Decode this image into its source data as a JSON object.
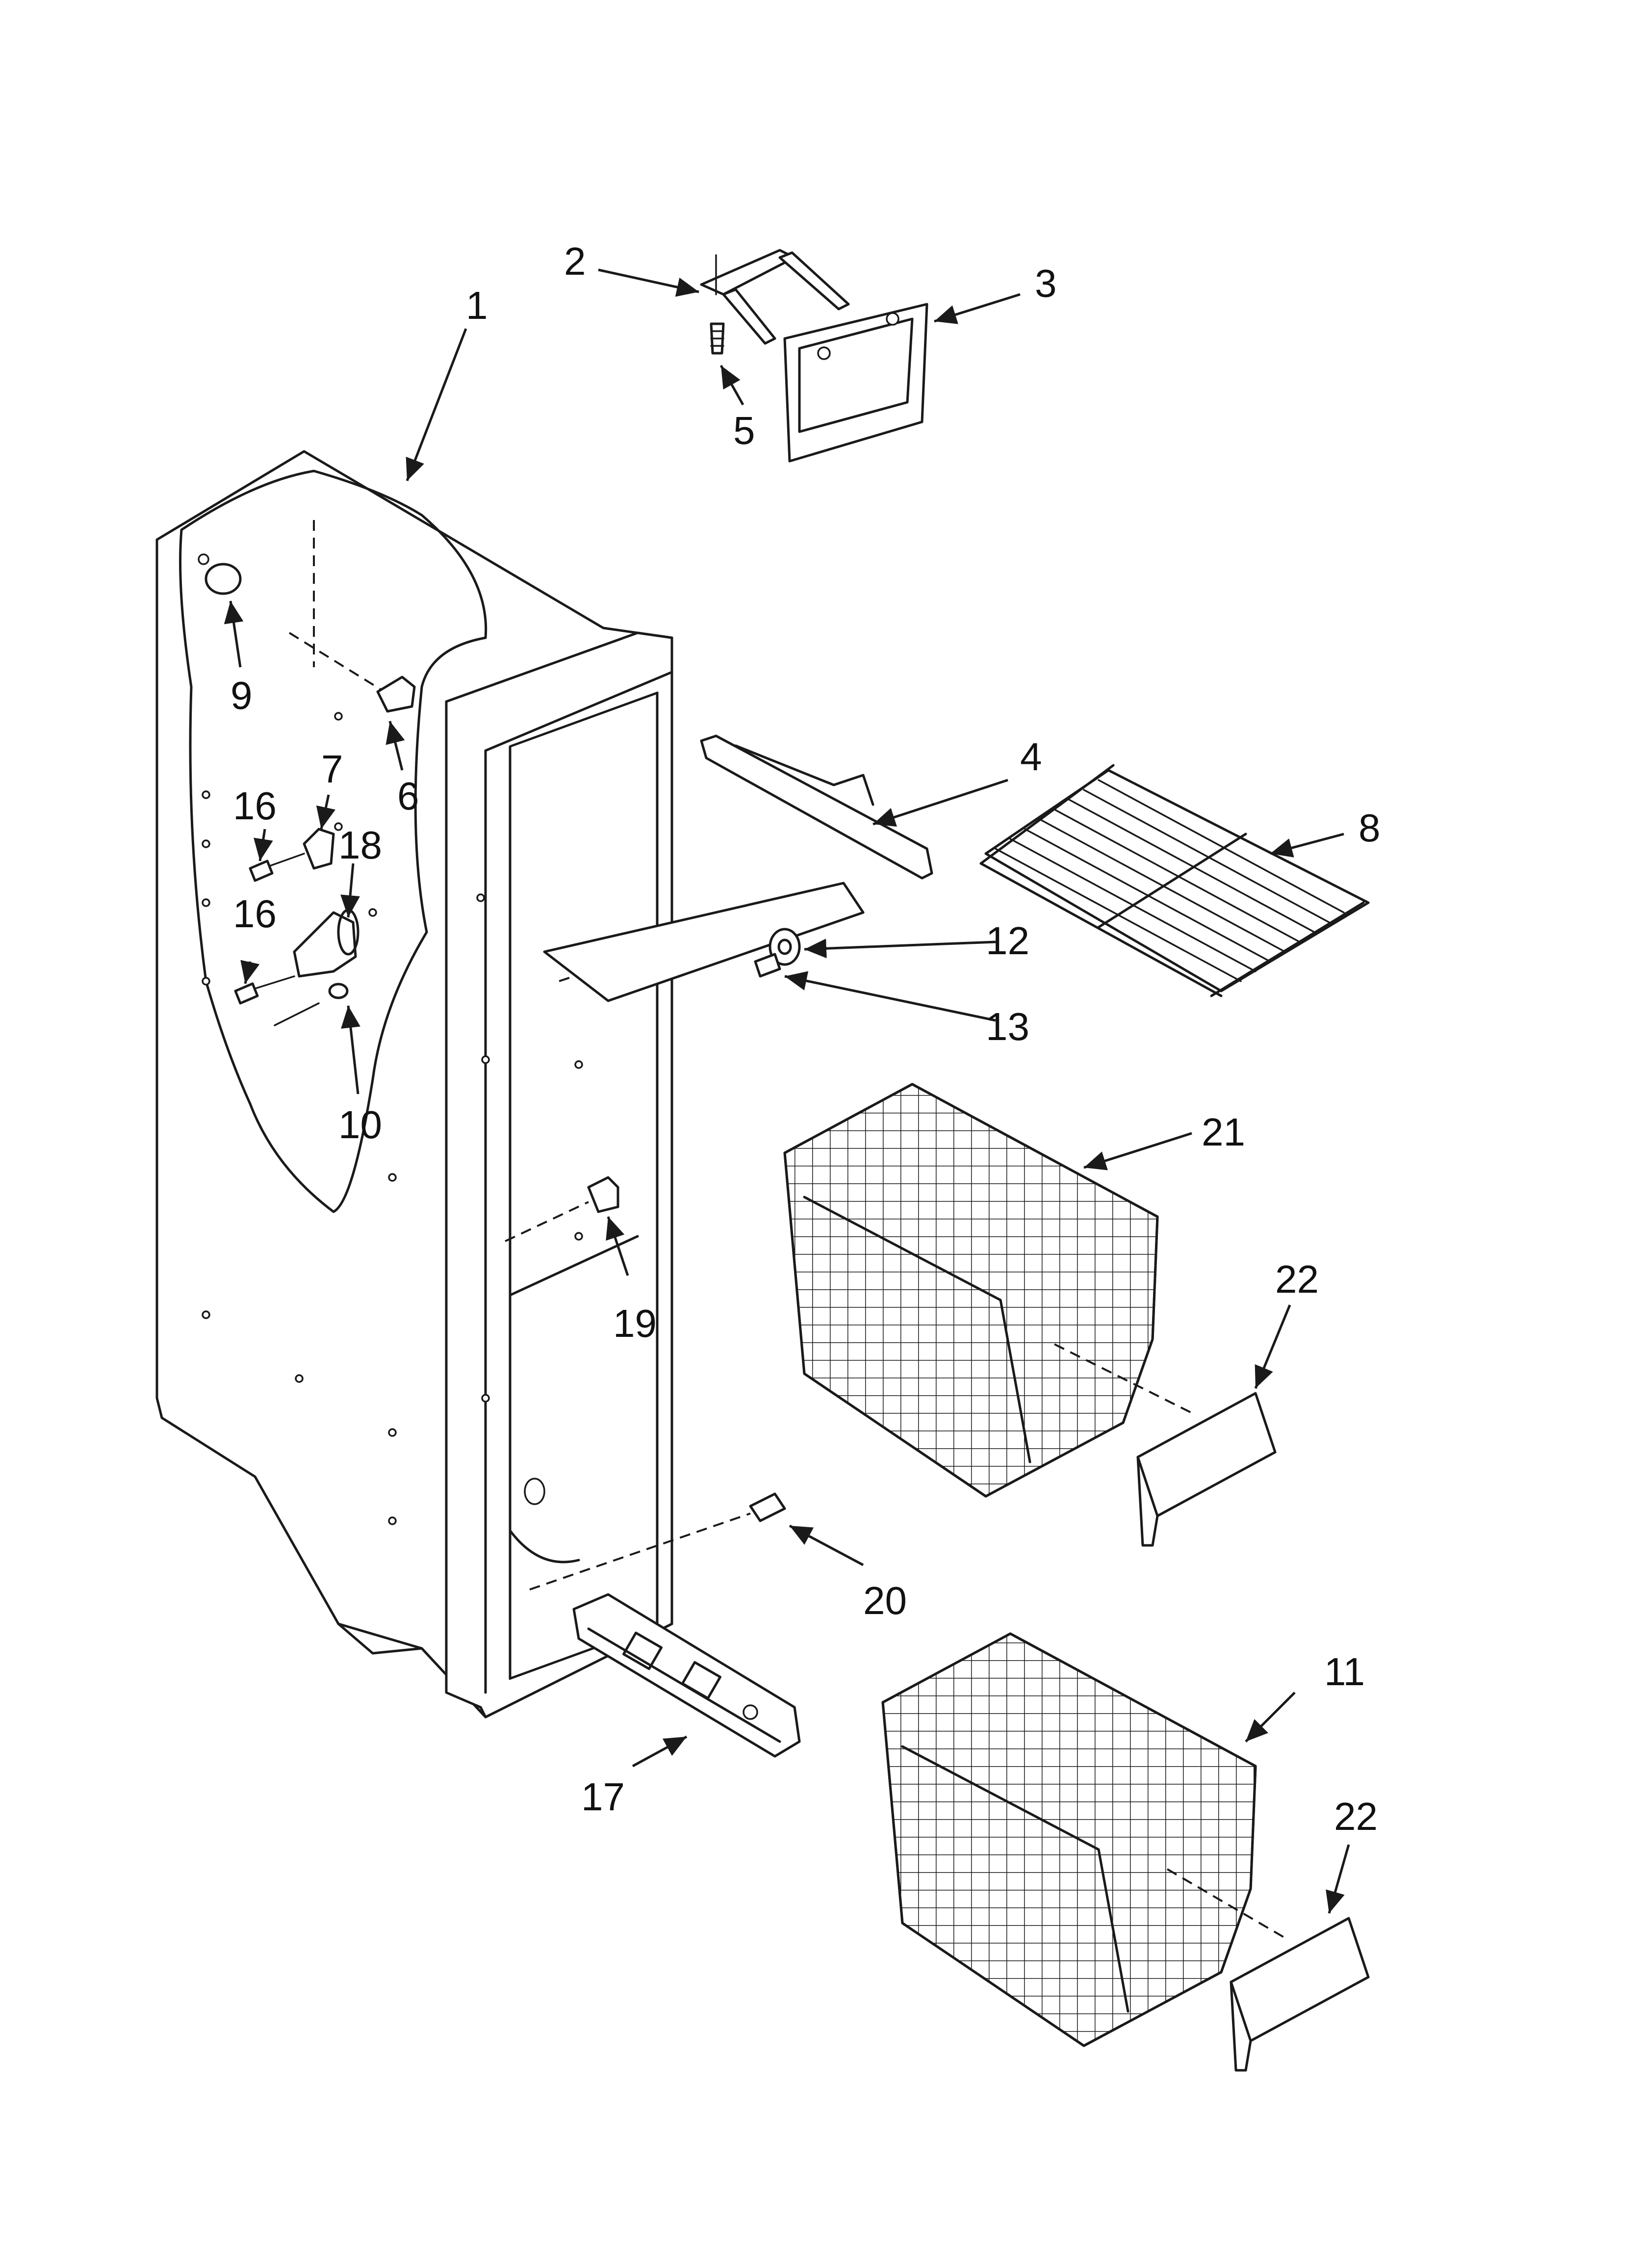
{
  "callouts": [
    {
      "id": "1",
      "label": "1"
    },
    {
      "id": "2",
      "label": "2"
    },
    {
      "id": "3",
      "label": "3"
    },
    {
      "id": "4",
      "label": "4"
    },
    {
      "id": "5",
      "label": "5"
    },
    {
      "id": "6",
      "label": "6"
    },
    {
      "id": "7",
      "label": "7"
    },
    {
      "id": "8",
      "label": "8"
    },
    {
      "id": "9",
      "label": "9"
    },
    {
      "id": "10",
      "label": "10"
    },
    {
      "id": "11",
      "label": "11"
    },
    {
      "id": "12",
      "label": "12"
    },
    {
      "id": "13",
      "label": "13"
    },
    {
      "id": "16a",
      "label": "16"
    },
    {
      "id": "16b",
      "label": "16"
    },
    {
      "id": "17",
      "label": "17"
    },
    {
      "id": "18",
      "label": "18"
    },
    {
      "id": "19",
      "label": "19"
    },
    {
      "id": "20",
      "label": "20"
    },
    {
      "id": "21",
      "label": "21"
    },
    {
      "id": "22a",
      "label": "22"
    },
    {
      "id": "22b",
      "label": "22"
    }
  ],
  "colors": {
    "line": "#1a1a1a",
    "background": "#ffffff"
  }
}
